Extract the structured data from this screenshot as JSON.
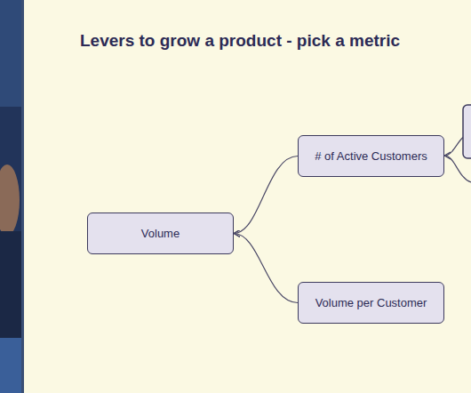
{
  "diagram": {
    "title": "Levers to grow a product - pick a metric",
    "nodes": [
      {
        "text": [
          "Volume"
        ]
      },
      {
        "text": [
          "# of Active Customers"
        ]
      },
      {
        "text": [
          "Volume per Customer"
        ]
      }
    ],
    "edges": [
      {
        "from": 1,
        "to": 0,
        "arrow": "to"
      },
      {
        "from": 2,
        "to": 0,
        "arrow": "to"
      }
    ]
  }
}
